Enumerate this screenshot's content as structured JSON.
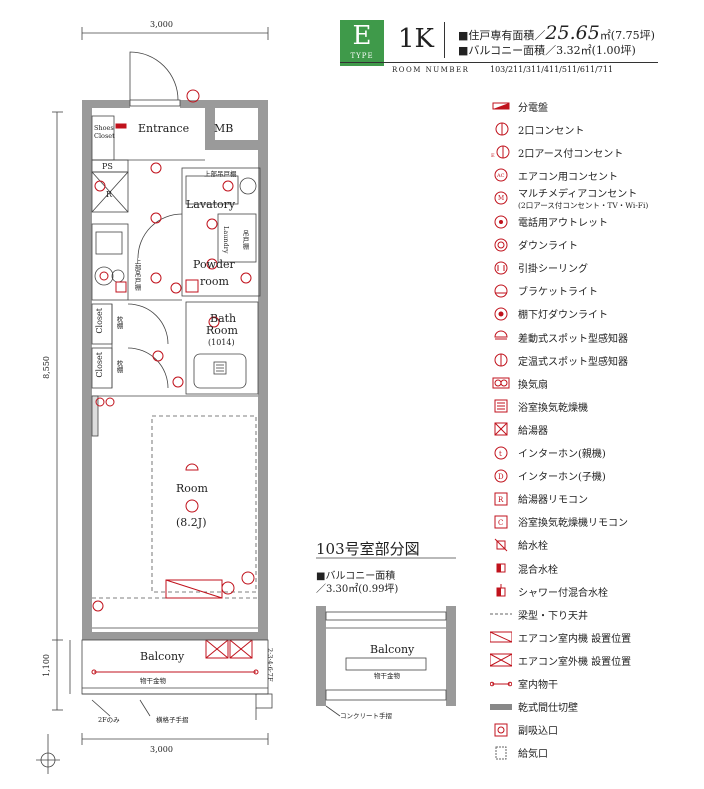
{
  "header": {
    "type_letter": "E",
    "type_caption": "TYPE",
    "layout": "1K",
    "private_area_prefix": "■住戸専有面積／",
    "private_area_value": "25.65",
    "private_area_suffix": "㎡(7.75坪)",
    "balcony_area": "■バルコニー面積／3.32㎡(1.00坪)",
    "room_number_label": "ROOM NUMBER",
    "room_numbers": "103/211/311/411/511/611/711",
    "accent_color": "#3f9a4a"
  },
  "dimensions": {
    "top_width": "3,000",
    "bottom_width": "3,000",
    "left_main": "8,550",
    "left_balcony": "1,100"
  },
  "rooms": {
    "entrance": "Entrance",
    "mb": "MB",
    "shoes_closet": "Shoes Closet",
    "ps": "PS",
    "r": "R",
    "lavatory": "Lavatory",
    "upper_cabinet_top": "上部吊戸棚",
    "powder_room_1": "Powder",
    "powder_room_2": "room",
    "laundry": "Laundry",
    "laundry_shelf": "吊戸棚",
    "kitchen_upper": "上部吊戸棚",
    "bath_room_1": "Bath",
    "bath_room_2": "Room",
    "bath_room_3": "(1014)",
    "closet_1": "Closet",
    "closet_2": "Closet",
    "shelf_1": "枕棚",
    "shelf_2": "枕棚",
    "room": "Room",
    "room_size": "(8.2J)",
    "balcony": "Balcony",
    "drying_rack": "物干金物",
    "note_2f": "2Fのみ",
    "railing": "横格子手摺",
    "floors": "2·3·4·6·7F"
  },
  "sub_plan": {
    "title": "103号室部分図",
    "balcony_area_line1": "■バルコニー面積",
    "balcony_area_line2": "／3.30㎡(0.99坪)",
    "balcony": "Balcony",
    "drying_rack": "物干金物",
    "railing": "コンクリート手摺"
  },
  "legend": [
    {
      "icon": "distribution-board-icon",
      "label": "分電盤"
    },
    {
      "icon": "outlet-2-icon",
      "label": "2口コンセント"
    },
    {
      "icon": "outlet-2-earth-icon",
      "label": "2口アース付コンセント"
    },
    {
      "icon": "ac-outlet-icon",
      "label": "エアコン用コンセント"
    },
    {
      "icon": "multimedia-outlet-icon",
      "label": "マルチメディアコンセント",
      "sub": "(2口アース付コンセント・TV・Wi-Fi)"
    },
    {
      "icon": "phone-outlet-icon",
      "label": "電話用アウトレット"
    },
    {
      "icon": "downlight-icon",
      "label": "ダウンライト"
    },
    {
      "icon": "ceiling-hook-icon",
      "label": "引掛シーリング"
    },
    {
      "icon": "bracket-light-icon",
      "label": "ブラケットライト"
    },
    {
      "icon": "shelf-downlight-icon",
      "label": "棚下灯ダウンライト"
    },
    {
      "icon": "diff-sensor-icon",
      "label": "差動式スポット型感知器"
    },
    {
      "icon": "fixed-sensor-icon",
      "label": "定温式スポット型感知器"
    },
    {
      "icon": "vent-fan-icon",
      "label": "換気扇"
    },
    {
      "icon": "bath-dryer-icon",
      "label": "浴室換気乾燥機"
    },
    {
      "icon": "water-heater-icon",
      "label": "給湯器"
    },
    {
      "icon": "intercom-main-icon",
      "label": "インターホン(親機)"
    },
    {
      "icon": "intercom-sub-icon",
      "label": "インターホン(子機)"
    },
    {
      "icon": "heater-remote-icon",
      "label": "給湯器リモコン"
    },
    {
      "icon": "dryer-remote-icon",
      "label": "浴室換気乾燥機リモコン"
    },
    {
      "icon": "water-tap-icon",
      "label": "給水栓"
    },
    {
      "icon": "mixing-tap-icon",
      "label": "混合水栓"
    },
    {
      "icon": "shower-tap-icon",
      "label": "シャワー付混合水栓"
    },
    {
      "icon": "beam-line-icon",
      "label": "梁型・下り天井"
    },
    {
      "icon": "ac-indoor-icon",
      "label": "エアコン室内機 設置位置"
    },
    {
      "icon": "ac-outdoor-icon",
      "label": "エアコン室外機 設置位置"
    },
    {
      "icon": "indoor-dryer-icon",
      "label": "室内物干"
    },
    {
      "icon": "partition-wall-icon",
      "label": "乾式間仕切壁"
    },
    {
      "icon": "air-intake-icon",
      "label": "副吸込口"
    },
    {
      "icon": "air-supply-icon",
      "label": "給気口"
    }
  ]
}
